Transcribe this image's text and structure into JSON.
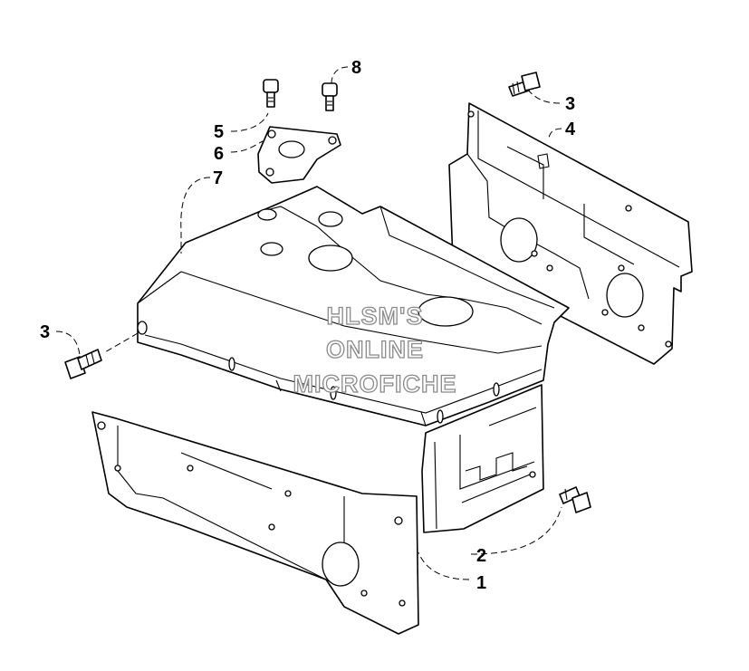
{
  "callouts": {
    "c1": "1",
    "c2": "2",
    "c3_left": "3",
    "c3_right": "3",
    "c4": "4",
    "c5": "5",
    "c6": "6",
    "c7": "7",
    "c8": "8"
  },
  "watermark": {
    "line1": "HLSM'S",
    "line2": "ONLINE",
    "line3": "MICROFICHE"
  }
}
